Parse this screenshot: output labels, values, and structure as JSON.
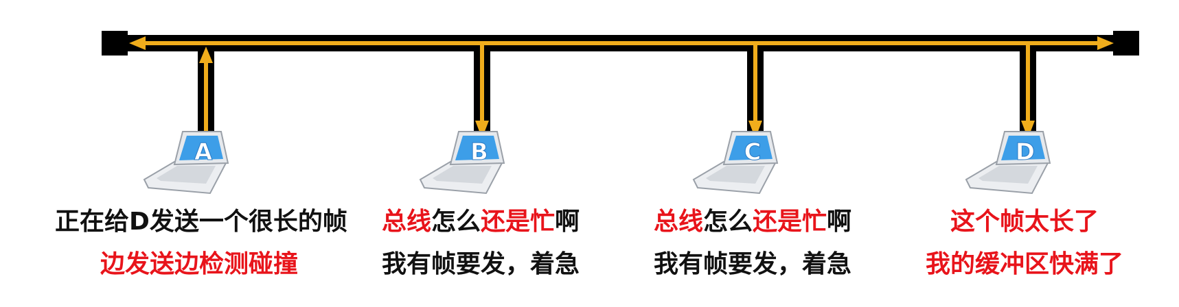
{
  "colors": {
    "bus": "#000000",
    "arrow": "#f0ad1c",
    "highlight_text": "#e8141b",
    "text": "#111111",
    "screen": "#3d9ee8"
  },
  "stations": [
    {
      "letter": "A",
      "direction": "up",
      "caption1": [
        {
          "text": "正在给D发送一个很长的帧",
          "color": "black"
        }
      ],
      "caption2": [
        {
          "text": "边发送边检测碰撞",
          "color": "red"
        }
      ]
    },
    {
      "letter": "B",
      "direction": "down",
      "caption1": [
        {
          "text": "总线",
          "color": "red"
        },
        {
          "text": "怎么",
          "color": "black"
        },
        {
          "text": "还是忙",
          "color": "red"
        },
        {
          "text": "啊",
          "color": "black"
        }
      ],
      "caption2": [
        {
          "text": "我有帧要发，着急",
          "color": "black"
        }
      ]
    },
    {
      "letter": "C",
      "direction": "down",
      "caption1": [
        {
          "text": "总线",
          "color": "red"
        },
        {
          "text": "怎么",
          "color": "black"
        },
        {
          "text": "还是忙",
          "color": "red"
        },
        {
          "text": "啊",
          "color": "black"
        }
      ],
      "caption2": [
        {
          "text": "我有帧要发，着急",
          "color": "black"
        }
      ]
    },
    {
      "letter": "D",
      "direction": "down",
      "caption1": [
        {
          "text": "这个帧太长了",
          "color": "red"
        }
      ],
      "caption2": [
        {
          "text": "我的缓冲区快满了",
          "color": "red"
        }
      ]
    }
  ]
}
